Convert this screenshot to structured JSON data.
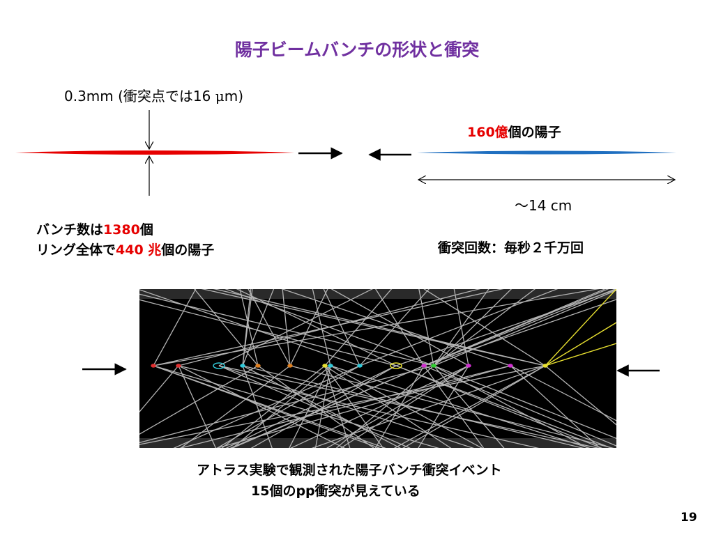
{
  "title": "陽子ビームバンチの形状と衝突",
  "beam_diameter": {
    "prefix": "0.3mm (衝突点では16 ",
    "mu": "μ",
    "suffix": "m)"
  },
  "protons_per_bunch": {
    "number": "160億",
    "text": "個の陽子"
  },
  "bunch_length": "〜14 cm",
  "bunch_count": {
    "line1_prefix": "バンチ数は",
    "line1_number": "1380",
    "line1_suffix": "個",
    "line2_prefix": "リング全体で",
    "line2_number": "440 兆",
    "line2_suffix": "個の陽子"
  },
  "collision_rate": "衝突回数：毎秒２千万回",
  "caption": {
    "line1": "アトラス実験で観測された陽子バンチ衝突イベント",
    "line2": "15個のpp衝突が見えている"
  },
  "page_number": "19",
  "colors": {
    "title": "#7030a0",
    "left_bunch": "#e60000",
    "right_bunch": "#1f6fc0",
    "highlight": "#e60000",
    "event_tracks": "#b4b4b4",
    "event_background": "#000000"
  },
  "event_display": {
    "vertex_count": 15
  }
}
